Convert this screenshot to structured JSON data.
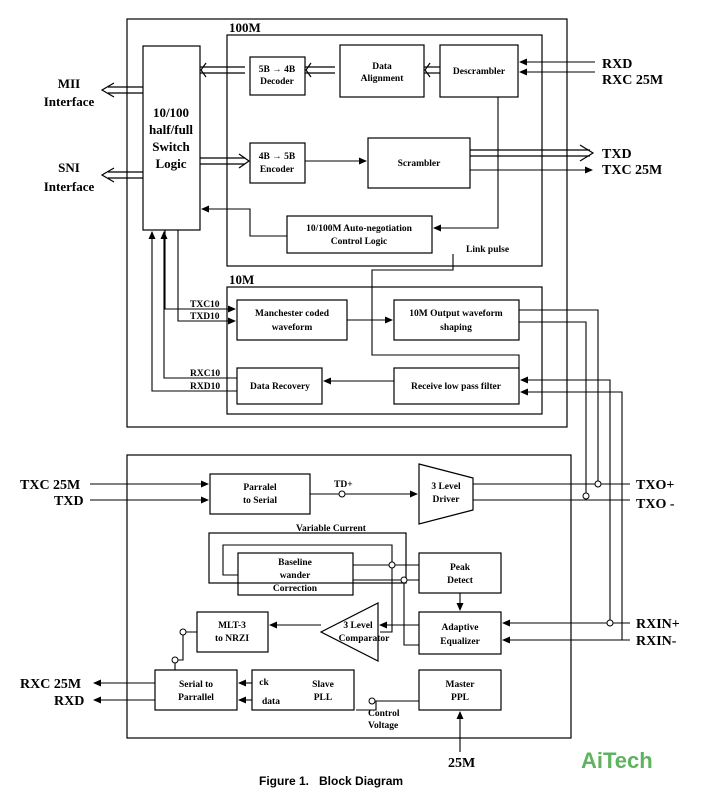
{
  "caption": "Figure 1.   Block Diagram",
  "watermark": "AiTech",
  "sections": {
    "s100m": "100M",
    "s10m": "10M"
  },
  "left_labels": {
    "mii_1": "MII",
    "mii_2": "Interface",
    "sni_1": "SNI",
    "sni_2": "Interface"
  },
  "switch_logic": {
    "l1": "10/100",
    "l2": "half/full",
    "l3": "Switch",
    "l4": "Logic"
  },
  "blocks": {
    "decoder_1": "5B → 4B",
    "decoder_2": "Decoder",
    "align_1": "Data",
    "align_2": "Alignment",
    "descrambler": "Descrambler",
    "encoder_1": "4B → 5B",
    "encoder_2": "Encoder",
    "scrambler": "Scrambler",
    "autoneg_1": "10/100M Auto-negotiation",
    "autoneg_2": "Control Logic",
    "manchester_1": "Manchester coded",
    "manchester_2": "waveform",
    "output_1": "10M Output waveform",
    "output_2": "shaping",
    "recovery": "Data Recovery",
    "lowpass": "Receive low pass filter",
    "p2s_1": "Parralel",
    "p2s_2": "to Serial",
    "driver_1": "3 Level",
    "driver_2": "Driver",
    "baseline_1": "Baseline",
    "baseline_2": "wander",
    "baseline_3": "Correction",
    "peak_1": "Peak",
    "peak_2": "Detect",
    "mlt3_1": "MLT-3",
    "mlt3_2": "to NRZI",
    "comparator_1": "3 Level",
    "comparator_2": "Comparator",
    "equalizer_1": "Adaptive",
    "equalizer_2": "Equalizer",
    "s2p_1": "Serial to",
    "s2p_2": "Parrallel",
    "pll_ck": "ck",
    "pll_data": "data",
    "pll_1": "Slave",
    "pll_2": "PLL",
    "master_1": "Master",
    "master_2": "PPL"
  },
  "signals": {
    "rxd": "RXD",
    "rxc": "RXC 25M",
    "txd": "TXD",
    "txc": "TXC 25M",
    "link_pulse": "Link pulse",
    "txc10": "TXC10",
    "txd10": "TXD10",
    "rxc10": "RXC10",
    "rxd10": "RXD10",
    "in_txc": "TXC 25M",
    "in_txd": "TXD",
    "td_plus": "TD+",
    "txo_plus": "TXO+",
    "txo_minus": "TXO -",
    "variable_current": "Variable Current",
    "rxin_plus": "RXIN+",
    "rxin_minus": "RXIN-",
    "out_rxc": "RXC 25M",
    "out_rxd": "RXD",
    "control_1": "Control",
    "control_2": "Voltage",
    "clk_25m": "25M"
  }
}
